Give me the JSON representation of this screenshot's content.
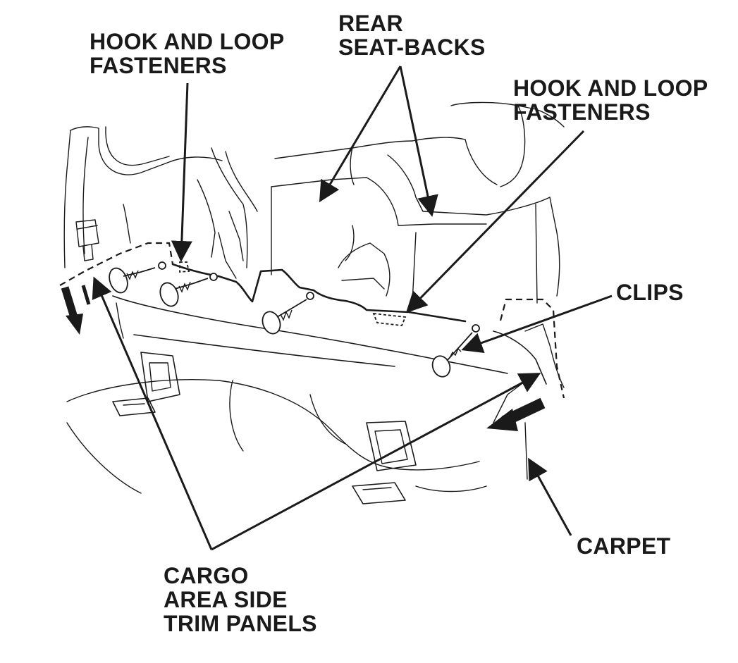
{
  "labels": {
    "hook_loop_left": [
      "HOOK AND LOOP",
      "FASTENERS"
    ],
    "rear_seat_backs": [
      "REAR",
      "SEAT-BACKS"
    ],
    "hook_loop_right": [
      "HOOK AND LOOP",
      "FASTENERS"
    ],
    "clips": [
      "CLIPS"
    ],
    "carpet": [
      "CARPET"
    ],
    "cargo_panels": [
      "CARGO",
      "AREA SIDE",
      "TRIM PANELS"
    ]
  },
  "colors": {
    "ink": "#1a1a1a",
    "background": "#ffffff"
  }
}
